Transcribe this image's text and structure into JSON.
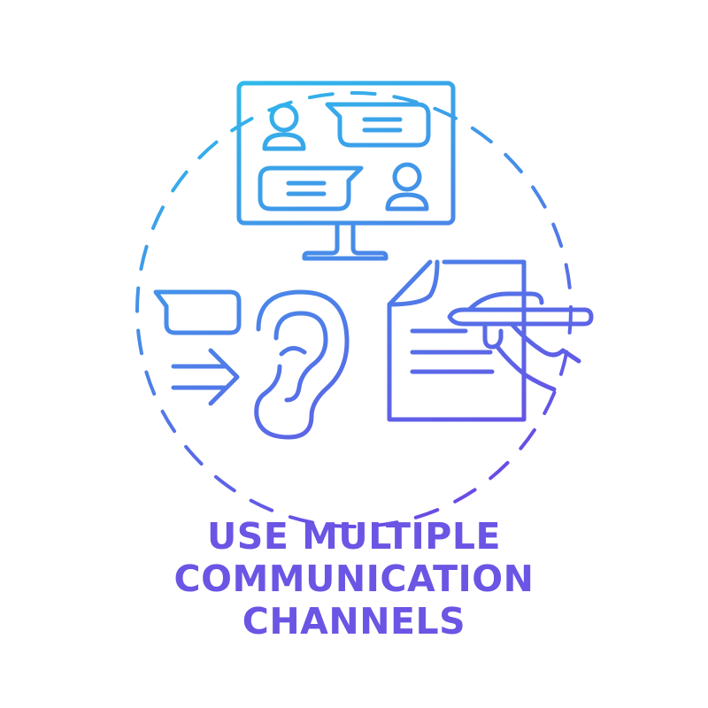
{
  "caption": {
    "line1": "USE MULTIPLE",
    "line2": "COMMUNICATION",
    "line3": "CHANNELS"
  },
  "colors": {
    "gradient_start": "#2FB8EA",
    "gradient_end": "#6A4BE6",
    "text": "#5B4FE3",
    "background": "#FFFFFF"
  },
  "icons": [
    "computer-monitor-icon",
    "user-icon",
    "chat-bubble-icon",
    "ear-icon",
    "arrow-right-icon",
    "document-icon",
    "hand-with-pen-icon"
  ]
}
